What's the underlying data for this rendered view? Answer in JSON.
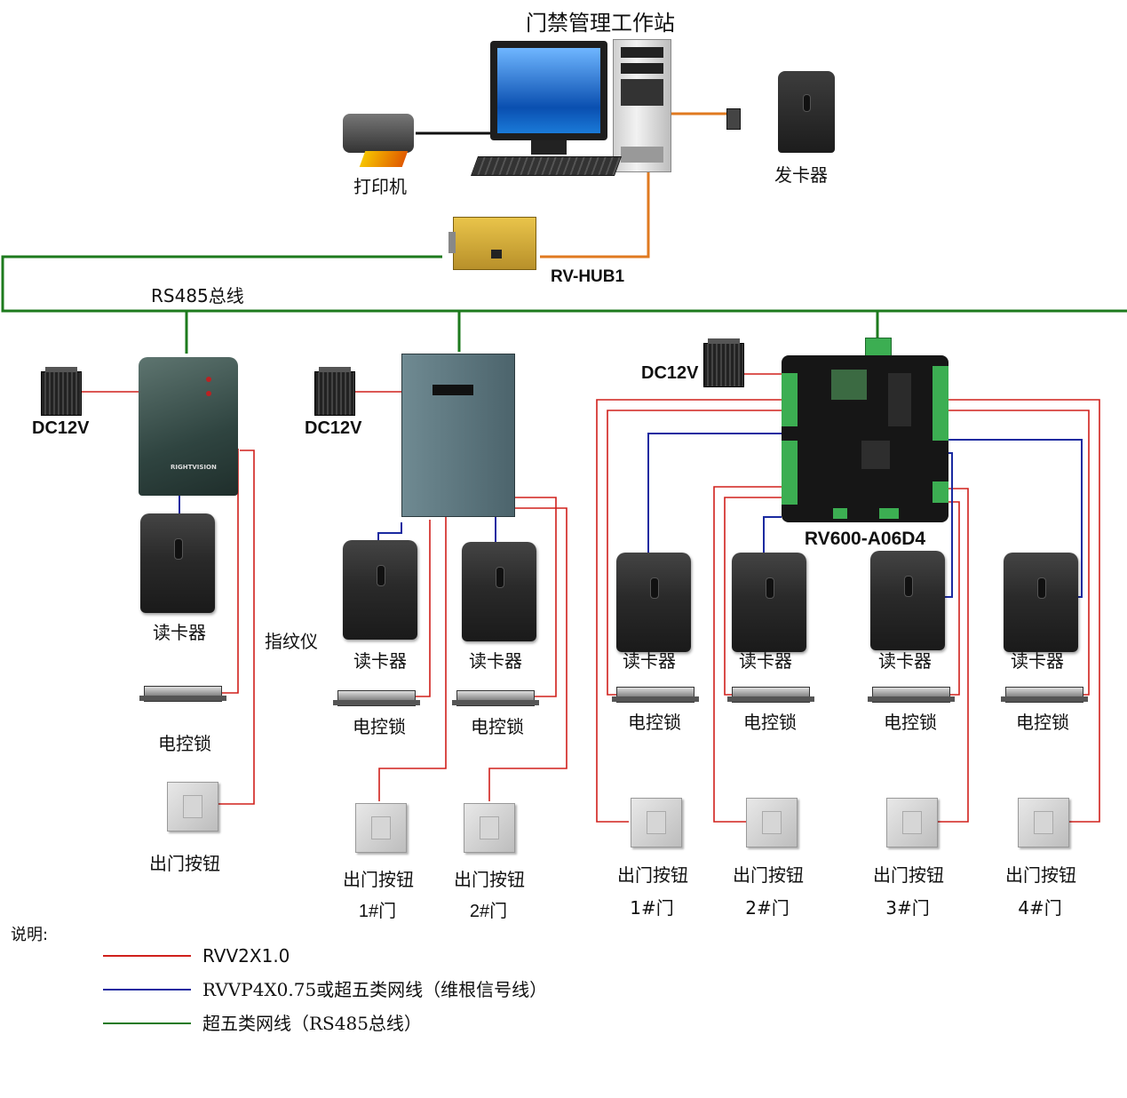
{
  "title": "门禁管理工作站",
  "devices": {
    "printer": "打印机",
    "card_issuer": "发卡器",
    "hub": "RV-HUB1",
    "bus": "RS485总线",
    "power": "DC12V",
    "reader": "读卡器",
    "fingerprint": "指纹仪",
    "lock": "电控锁",
    "exit_button": "出门按钮",
    "controller": "RV600-A06D4",
    "device_logo": "RIGHTVISION"
  },
  "doors": [
    "1#门",
    "2#门",
    "1#门",
    "2#门",
    "3#门",
    "4#门"
  ],
  "legend": {
    "heading": "说明:",
    "items": [
      {
        "color": "#d0201c",
        "label": "RVV2X1.0"
      },
      {
        "color": "#1a2aa0",
        "label": "RVVP4X0.75或超五类网线（维根信号线）"
      },
      {
        "color": "#1d7a1d",
        "label": "超五类网线（RS485总线）"
      }
    ]
  },
  "colors": {
    "red": "#d0201c",
    "blue": "#1a2aa0",
    "green": "#1d7a1d",
    "orange": "#e07a20"
  }
}
